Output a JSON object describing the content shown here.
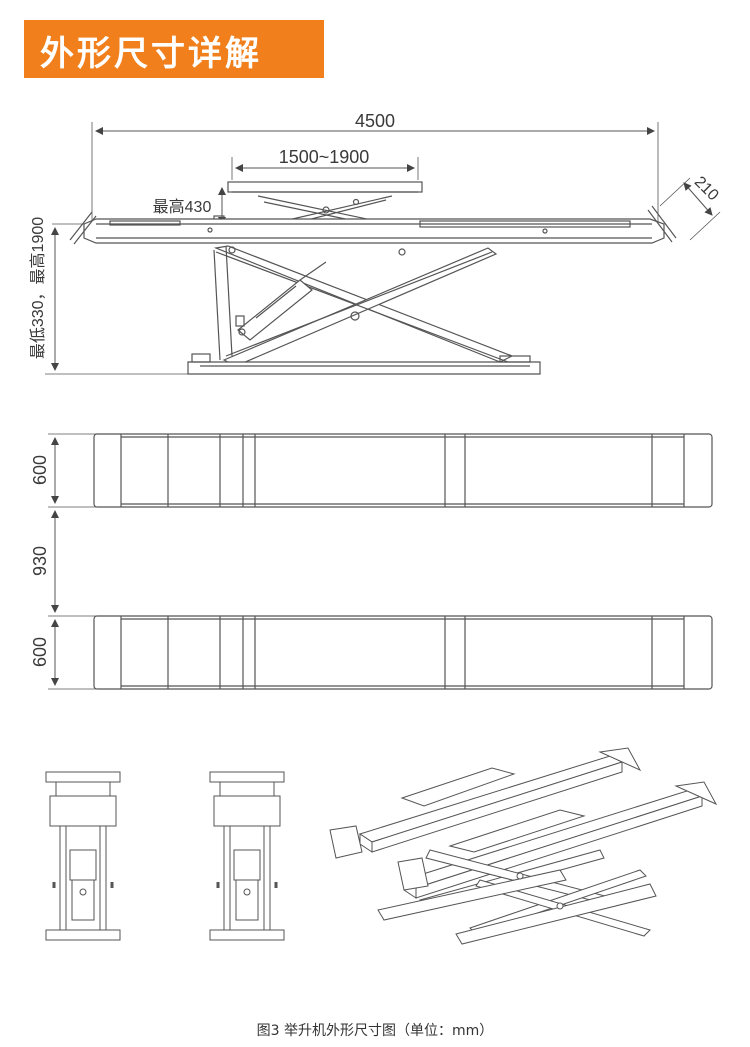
{
  "title": "外形尺寸详解",
  "side_view": {
    "overall_length": "4500",
    "platform_length": "1500~1900",
    "ramp_length": "210",
    "max_secondary_height": "最高430",
    "height_range": "最低330，最高1900"
  },
  "top_view": {
    "platform_width_1": "600",
    "gap_width": "930",
    "platform_width_2": "600"
  },
  "caption": "图3    举升机外形尺寸图（单位：mm）",
  "colors": {
    "accent": "#f07f1c",
    "line": "#555555"
  }
}
